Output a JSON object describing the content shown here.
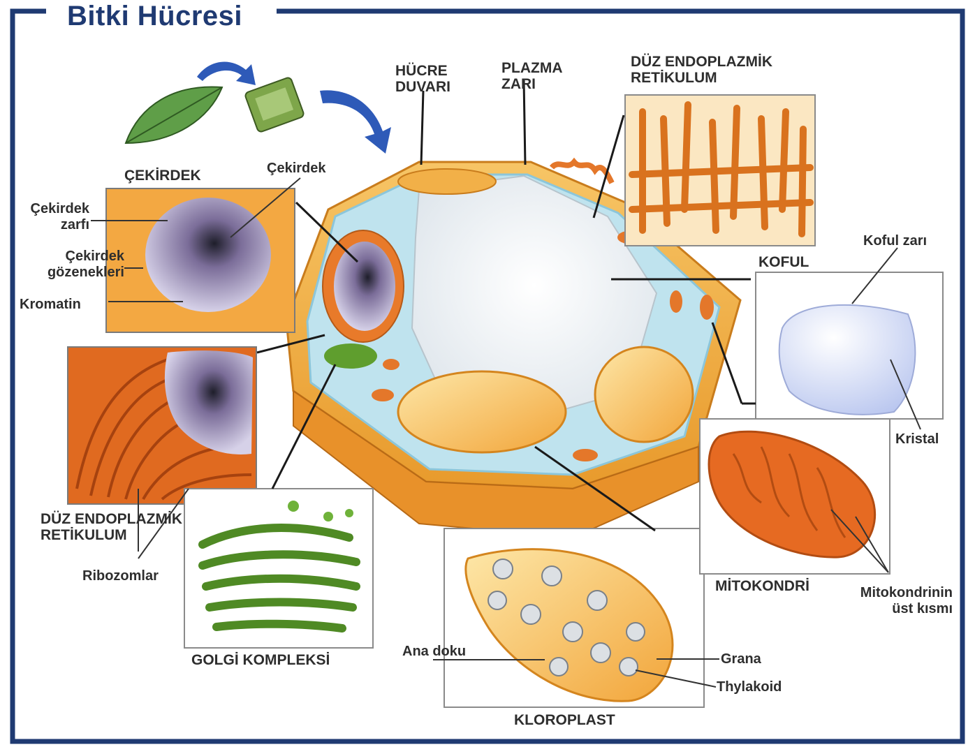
{
  "title": "Bitki Hücresi",
  "labels": {
    "cell_wall": [
      "HÜCRE",
      "DUVARI"
    ],
    "plasma_membrane": [
      "PLAZMA",
      "ZARI"
    ],
    "smooth_er_top": [
      "DÜZ ENDOPLAZMİK",
      "RETİKULUM"
    ],
    "nucleus_box": "ÇEKİRDEK",
    "nucleus": "Çekirdek",
    "nuclear_envelope": [
      "Çekirdek",
      "zarfı"
    ],
    "nuclear_pores": [
      "Çekirdek",
      "gözenekleri"
    ],
    "chromatin": "Kromatin",
    "vacuole": "KOFUL",
    "vacuole_membrane": "Koful zarı",
    "crystal": "Kristal",
    "er_bottom": [
      "DÜZ ENDOPLAZMİK",
      "RETİKULUM"
    ],
    "ribosomes": "Ribozomlar",
    "golgi": "GOLGİ KOMPLEKSİ",
    "mitochondria": "MİTOKONDRİ",
    "mito_outer": [
      "Mitokondrinin",
      "üst kısmı"
    ],
    "stroma": "Ana doku",
    "grana": "Grana",
    "thylakoid": "Thylakoid",
    "chloroplast": "KLOROPLAST"
  },
  "colors": {
    "frame": "#1f3a72",
    "cell_wall": "#f0a830",
    "cytoplasm": "#bfe3ee",
    "vacuole": "#f3f5f7",
    "organelle": "#e67a28",
    "golgi": "#5f9e2e",
    "nucleus": "#a999c9"
  }
}
